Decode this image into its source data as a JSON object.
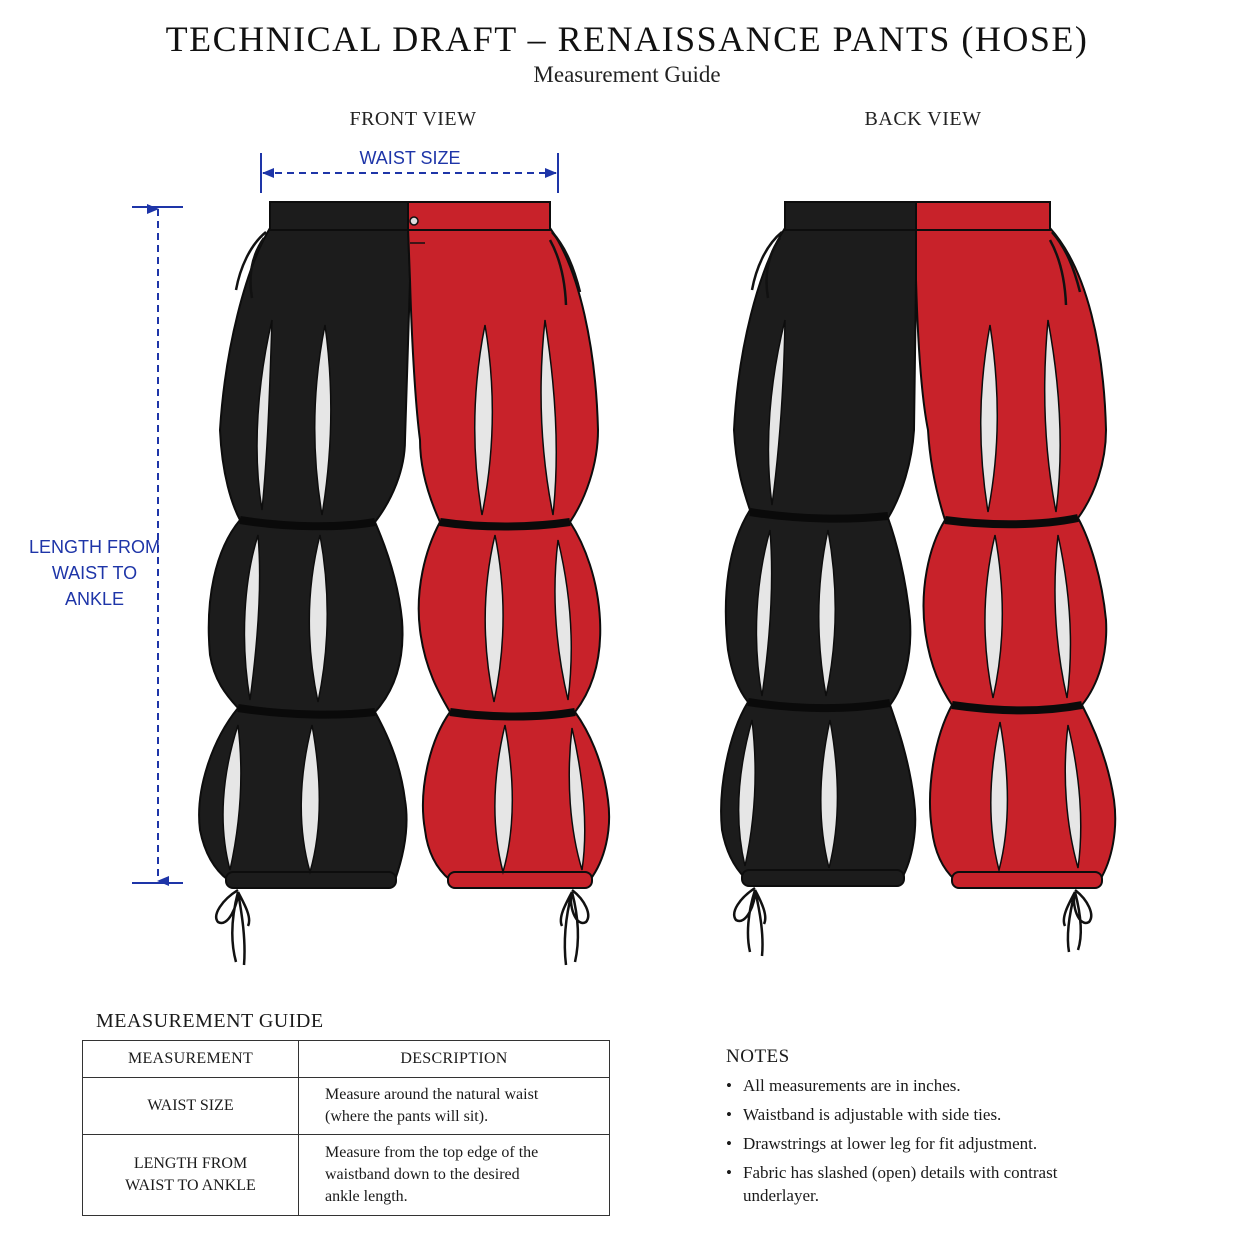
{
  "header": {
    "title": "TECHNICAL DRAFT – RENAISSANCE PANTS (HOSE)",
    "subtitle": "Measurement Guide"
  },
  "views": {
    "front_label": "FRONT VIEW",
    "back_label": "BACK VIEW"
  },
  "dimensions": {
    "waist_label": "WAIST SIZE",
    "length_label_lines": [
      "LENGTH FROM",
      "WAIST TO",
      "ANKLE"
    ]
  },
  "colors": {
    "fabric_left": "#1c1c1c",
    "fabric_right": "#c8222a",
    "slash_underlayer": "#e6e6e6",
    "dimension_blue": "#1e35a8",
    "outline": "#0d0d0d"
  },
  "guide": {
    "heading": "MEASUREMENT GUIDE",
    "columns": [
      "MEASUREMENT",
      "DESCRIPTION"
    ],
    "rows": [
      {
        "measurement": [
          "WAIST SIZE"
        ],
        "description": [
          "Measure around the natural waist",
          "(where the pants will sit)."
        ]
      },
      {
        "measurement": [
          "LENGTH FROM",
          "WAIST TO ANKLE"
        ],
        "description": [
          "Measure from the top edge of the",
          "waistband down to the desired",
          "ankle length."
        ]
      }
    ]
  },
  "notes": {
    "heading": "NOTES",
    "bullet": "•",
    "items": [
      [
        "All measurements are in inches."
      ],
      [
        "Waistband is adjustable with side ties."
      ],
      [
        "Drawstrings at lower leg for fit adjustment."
      ],
      [
        "Fabric has slashed (open) details with contrast",
        "underlayer."
      ]
    ]
  }
}
